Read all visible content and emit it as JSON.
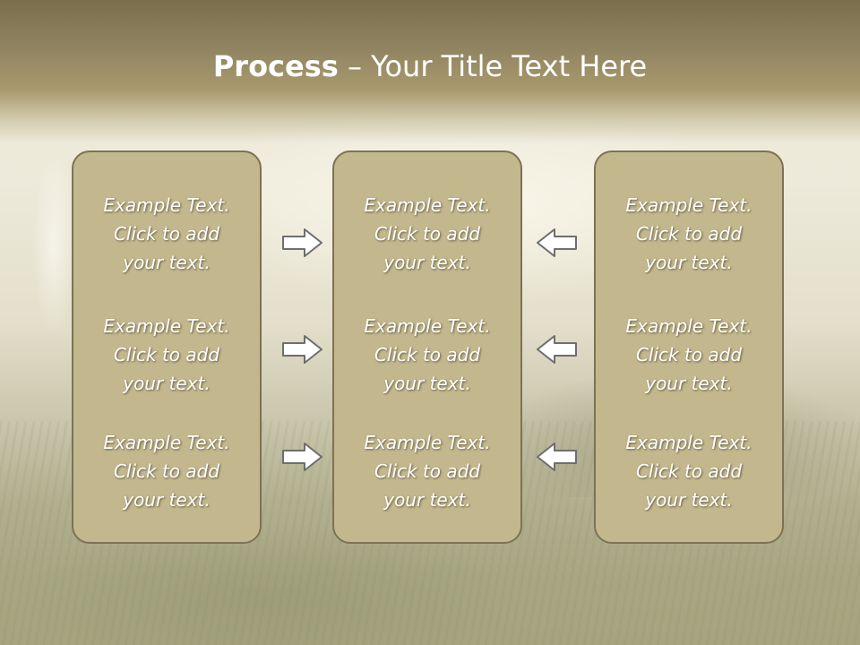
{
  "slide": {
    "title_bold": "Process",
    "title_dash": " – ",
    "title_rest": "Your Title Text Here"
  },
  "columns": [
    {
      "name": "left",
      "blocks": [
        {
          "line1": "Example Text.",
          "line2": "Click  to add",
          "line3": "your text."
        },
        {
          "line1": "Example Text.",
          "line2": "Click  to add",
          "line3": "your text."
        },
        {
          "line1": "Example Text.",
          "line2": "Click  to add",
          "line3": "your text."
        }
      ]
    },
    {
      "name": "middle",
      "blocks": [
        {
          "line1": "Example Text.",
          "line2": "Click  to add",
          "line3": "your text."
        },
        {
          "line1": "Example Text.",
          "line2": "Click  to add",
          "line3": "your text."
        },
        {
          "line1": "Example Text.",
          "line2": "Click  to add",
          "line3": "your text."
        }
      ]
    },
    {
      "name": "right",
      "blocks": [
        {
          "line1": "Example Text.",
          "line2": "Click  to add",
          "line3": "your text."
        },
        {
          "line1": "Example Text.",
          "line2": "Click  to add",
          "line3": "your text."
        },
        {
          "line1": "Example Text.",
          "line2": "Click  to add",
          "line3": "your text."
        }
      ]
    }
  ],
  "arrows": {
    "left_to_middle": [
      "arrow-right-icon",
      "arrow-right-icon",
      "arrow-right-icon"
    ],
    "right_to_middle": [
      "arrow-left-icon",
      "arrow-left-icon",
      "arrow-left-icon"
    ]
  },
  "colors": {
    "header": "#8e8260",
    "panel_fill": "#c3b78e",
    "panel_border": "#7d7255",
    "text": "#ffffff",
    "arrow_fill": "#ffffff",
    "arrow_stroke": "#6e6e6e"
  }
}
